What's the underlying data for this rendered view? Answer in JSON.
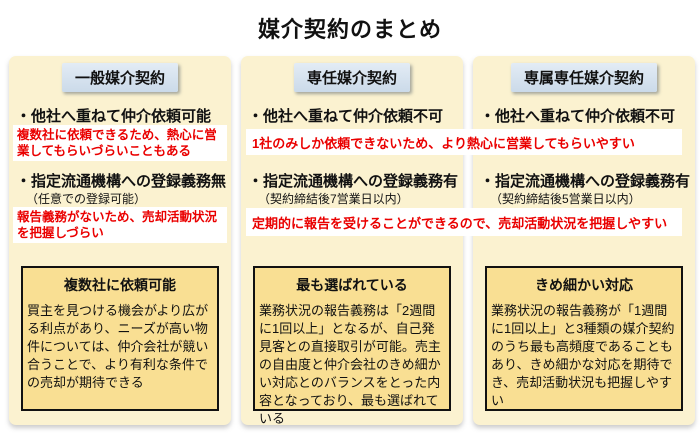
{
  "title": "媒介契約のまとめ",
  "columns": [
    {
      "header": "一般媒介契約",
      "bullet1": "・他社へ重ねて仲介依頼可能",
      "note1": "複数社に依頼できるため、熱心に営業してもらいづらいこともある",
      "bullet2": "・指定流通機構への登録義務無",
      "bullet2_sub": "（任意での登録可能）",
      "note2": "報告義務がないため、売却活動状況を把握しづらい",
      "box_title": "複数社に依頼可能",
      "box_body": "買主を見つける機会がより広がる利点があり、ニーズが高い物件については、仲介会社が競い合うことで、より有利な条件での売却が期待できる"
    },
    {
      "header": "専任媒介契約",
      "bullet1": "・他社へ重ねて仲介依頼不可",
      "bullet2": "・指定流通機構への登録義務有",
      "bullet2_sub": "（契約締結後7営業日以内）",
      "box_title": "最も選ばれている",
      "box_body": "業務状況の報告義務は「2週間に1回以上」となるが、自己発見客との直接取引が可能。売主の自由度と仲介会社のきめ細かい対応とのバランスをとった内容となっており、最も選ばれている"
    },
    {
      "header": "専属専任媒介契約",
      "bullet1": "・他社へ重ねて仲介依頼不可",
      "bullet2": "・指定流通機構への登録義務有",
      "bullet2_sub": "（契約締結後5営業日以内）",
      "box_title": "きめ細かい対応",
      "box_body": "業務状況の報告義務が「1週間に1回以上」と3種類の媒介契約のうち最も高頻度であることもあり、きめ細かな対応を期待でき、売却活動状況も把握しやすい"
    }
  ],
  "shared_notes": {
    "note1": "1社のみしか依頼できないため、より熱心に営業してもらいやすい",
    "note2": "定期的に報告を受けることができるので、売却活動状況を把握しやすい"
  },
  "colors": {
    "column_bg": "#FBF2D0",
    "box_bg": "#F9DF93",
    "header_bg_top": "#E3ECF5",
    "header_bg_bottom": "#CBDAE9",
    "note_red": "#EA0000",
    "text_black": "#1A1A1A",
    "note_bg": "#FFFFFF"
  }
}
